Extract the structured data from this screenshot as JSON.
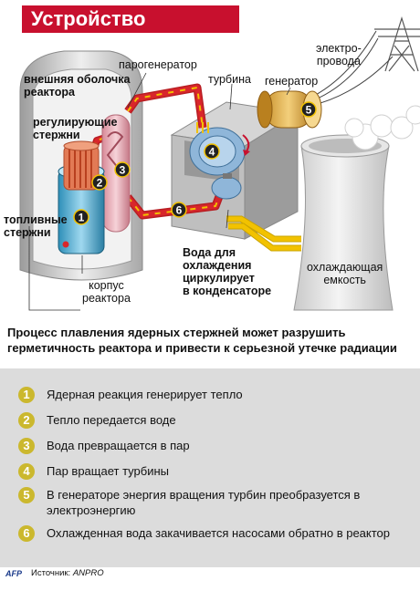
{
  "title": "Устройство реактора",
  "labels": {
    "outer_shell": "внешняя  оболочка\nреактора",
    "control_rods": "регулирующие\nстержни",
    "fuel_rods": "топливные\nстержни",
    "reactor_vessel": "корпус\nреактора",
    "steam_generator": "парогенератор",
    "turbine": "турбина",
    "generator": "генератор",
    "power_lines": "электро-\nпровода",
    "cooling_water": "Вода для\nохлаждения\nциркулирует\nв конденсаторе",
    "cooling_tower": "охлаждающая\nемкость"
  },
  "markers": [
    "1",
    "2",
    "3",
    "4",
    "5",
    "6"
  ],
  "note": "Процесс плавления ядерных стержней может разрушить герметичность реактора и привести к серьезной утечке радиации",
  "steps": [
    {
      "num": "1",
      "text": "Ядерная реакция генерирует тепло"
    },
    {
      "num": "2",
      "text": "Тепло передается воде"
    },
    {
      "num": "3",
      "text": "Вода превращается в пар"
    },
    {
      "num": "4",
      "text": "Пар вращает турбины"
    },
    {
      "num": "5",
      "text": "В генераторе энергия вращения турбин преобразуется в электроэнергию"
    },
    {
      "num": "6",
      "text": "Охлажденная вода закачивается насосами обратно в реактор"
    }
  ],
  "footer": {
    "agency": "AFP",
    "source_label": "Источник:",
    "source_name": "ANPRO"
  },
  "colors": {
    "title_bg": "#c8102e",
    "pipe_hot": "#d8262b",
    "pipe_cold": "#f2c200",
    "step_badge": "#cbb82e",
    "steps_bg": "#dcdcdc"
  }
}
